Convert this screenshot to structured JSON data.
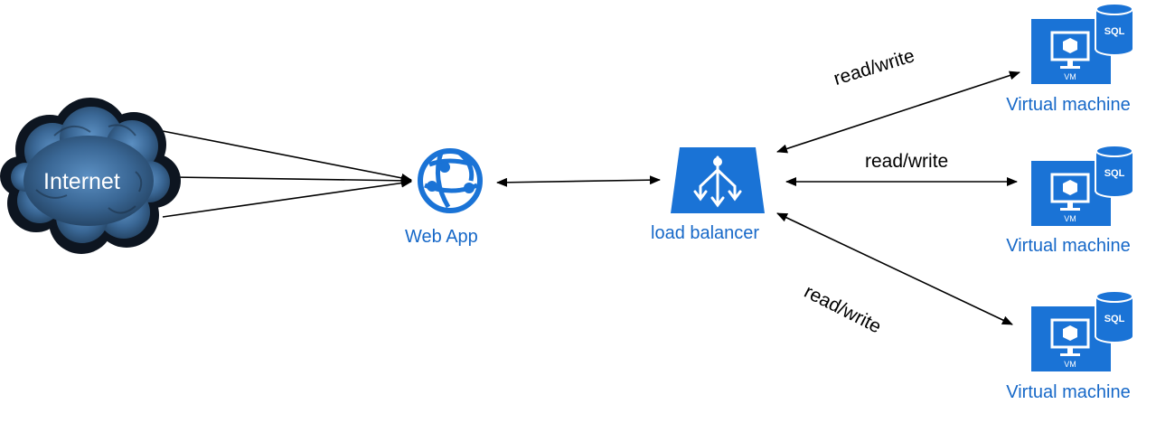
{
  "nodes": {
    "internet": {
      "label": "Internet"
    },
    "web_app": {
      "label": "Web App"
    },
    "load_balancer": {
      "label": "load balancer"
    },
    "vms": [
      {
        "label": "Virtual machine",
        "screen_text": "VM",
        "db_text": "SQL"
      },
      {
        "label": "Virtual machine",
        "screen_text": "VM",
        "db_text": "SQL"
      },
      {
        "label": "Virtual machine",
        "screen_text": "VM",
        "db_text": "SQL"
      }
    ]
  },
  "edges": {
    "lb_to_vm": [
      {
        "label": "read/write"
      },
      {
        "label": "read/write"
      },
      {
        "label": "read/write"
      }
    ]
  },
  "colors": {
    "azure_blue": "#1668c8",
    "icon_blue": "#1a73d6",
    "cloud_dark": "#1a2b3c",
    "cloud_light": "#4f82b4"
  }
}
